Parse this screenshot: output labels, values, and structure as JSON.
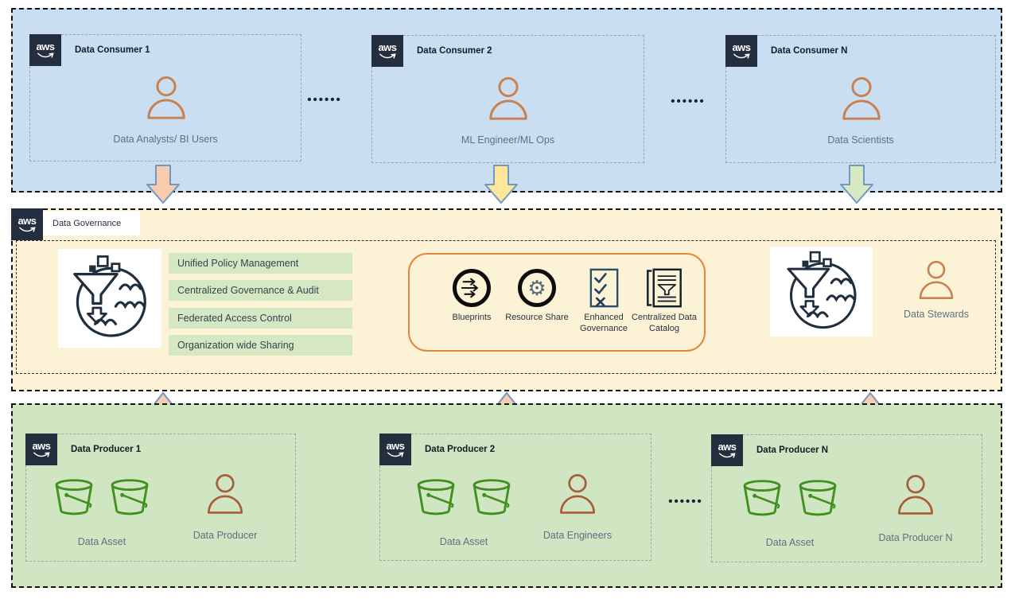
{
  "logo": {
    "text": "aws"
  },
  "dots": "••••••",
  "consumer_band": {
    "boxes": [
      {
        "title": "Data Consumer 1",
        "role": "Data Analysts/ BI Users"
      },
      {
        "title": "Data Consumer 2",
        "role": "ML Engineer/ML Ops"
      },
      {
        "title": "Data Consumer N",
        "role": "Data Scientists"
      }
    ]
  },
  "governance_band": {
    "label": "Data Governance",
    "capabilities": [
      "Unified Policy Management",
      "Centralized  Governance & Audit",
      "Federated Access Control",
      "Organization wide Sharing"
    ],
    "services": [
      {
        "label": "Blueprints",
        "icon": "blueprints-icon"
      },
      {
        "label": "Resource Share",
        "icon": "gear-icon"
      },
      {
        "label": "Enhanced Governance",
        "icon": "checklist-icon"
      },
      {
        "label": "Centralized Data Catalog",
        "icon": "data-catalog-icon"
      }
    ],
    "steward_label": "Data Stewards"
  },
  "producer_band": {
    "boxes": [
      {
        "title": "Data Producer 1",
        "asset_label": "Data Asset",
        "person_label": "Data Producer"
      },
      {
        "title": "Data Producer 2",
        "asset_label": "Data Asset",
        "person_label": "Data Engineers"
      },
      {
        "title": "Data Producer N",
        "asset_label": "Data Asset",
        "person_label": "Data Producer N"
      }
    ]
  },
  "colors": {
    "consumer_band_bg": "#c9def0",
    "governance_band_bg": "#fcf3d7",
    "producer_band_bg": "#d0e5c1",
    "capability_bar_bg": "#d6e8c3",
    "aws_logo_bg": "#232f3e",
    "service_box_border": "#e8833a",
    "arrow_border": "#6f98c4",
    "arrow_peach": "#f8cbad",
    "arrow_yellow": "#ffe699",
    "arrow_green": "#d8e9c2",
    "bucket_green": "#3f9021",
    "person_orange": "#c8804f",
    "person_red_brown": "#a85c38",
    "icon_navy": "#1f2f3e"
  }
}
